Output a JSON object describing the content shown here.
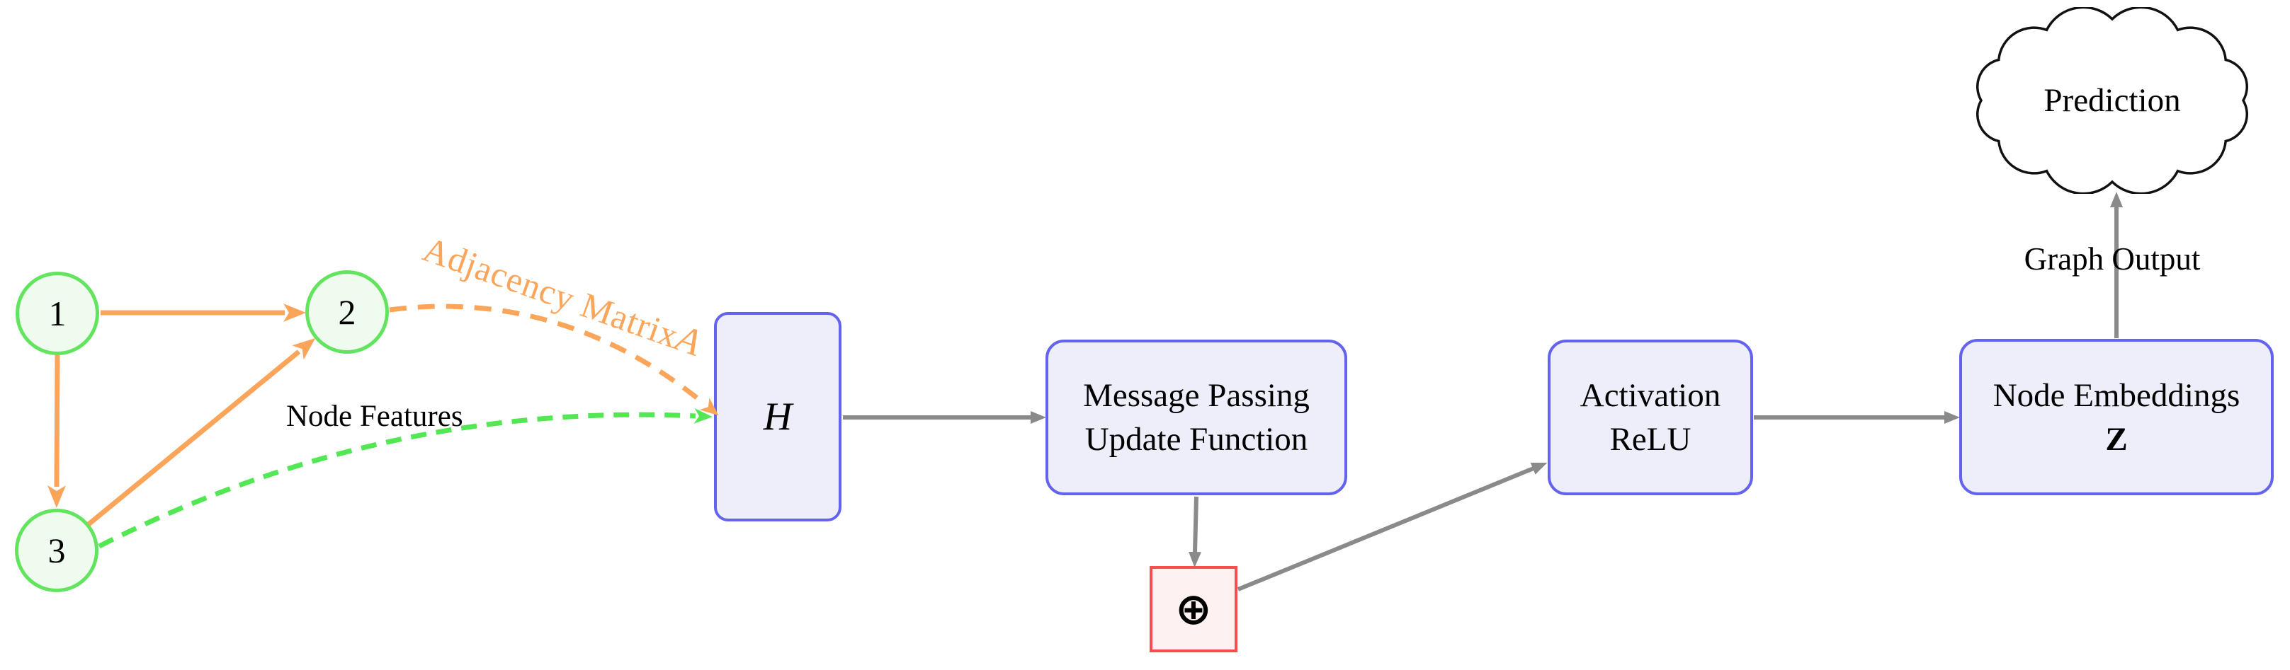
{
  "diagram": {
    "graph": {
      "node1": "1",
      "node2": "2",
      "node3": "3"
    },
    "labels": {
      "adjacency_matrix": "Adjacency Matrix",
      "adjacency_symbol": "A",
      "node_features": "Node Features",
      "graph_output": "Graph Output"
    },
    "blocks": {
      "hidden_state": "H",
      "message_passing_line1": "Message Passing",
      "message_passing_line2": "Update Function",
      "activation_line1": "Activation",
      "activation_line2": "ReLU",
      "node_embeddings_line1": "Node Embeddings",
      "node_embeddings_line2": "Z",
      "aggregator_symbol": "⊕"
    },
    "cloud": {
      "prediction": "Prediction"
    }
  },
  "colors": {
    "node-stroke": "#62E45F",
    "node-fill": "#EFFBEF",
    "edge-orange": "#FBA55A",
    "green-dash": "#53E853",
    "box-stroke": "#6363EE",
    "box-fill": "#EEEEFB",
    "agg-stroke": "#F94C4C",
    "agg-fill": "#FDF1F1",
    "arrow-gray": "#8A8A8A",
    "cloud-stroke": "#111111"
  }
}
